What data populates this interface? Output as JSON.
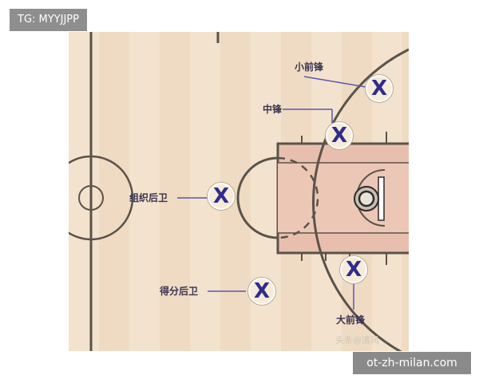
{
  "source_tag": "TG: MYYJJPP",
  "watermark": "ot-zh-milan.com",
  "faint_mark": "头条@清风",
  "player_glyph": "X",
  "positions": {
    "small_forward": "小前锋",
    "center": "中锋",
    "point_guard": "组织后卫",
    "shooting_guard": "得分后卫",
    "power_forward": "大前锋"
  },
  "colors": {
    "court": "#f3e2cd",
    "paint": "#e8bfae",
    "lines": "#5a534a",
    "marker": "#2f2c8c",
    "label": "#3a3552",
    "callout": "#5a57b0"
  }
}
